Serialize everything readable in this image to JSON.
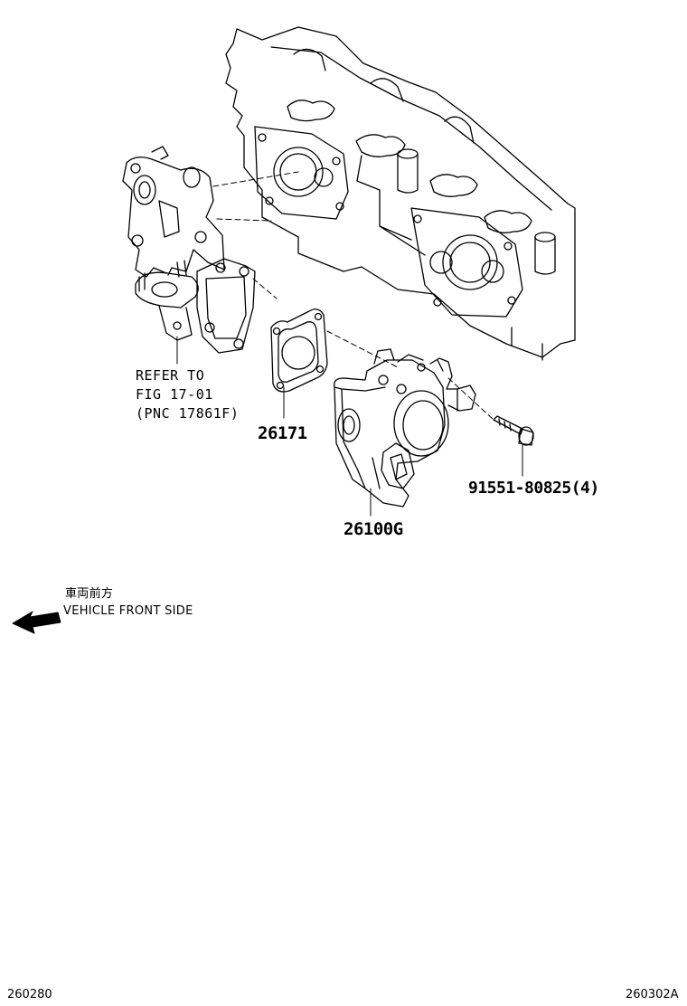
{
  "labels": {
    "refer_line1": "REFER TO",
    "refer_line2": "FIG 17-01",
    "refer_line3": "(PNC 17861F)",
    "gasket_part": "26171",
    "throttle_body_part": "26100G",
    "bolt_part": "91551-80825(4)",
    "direction_jp": "車両前方",
    "direction_en": "VEHICLE FRONT SIDE",
    "code_left": "260280",
    "code_right": "260302A"
  },
  "icons": {
    "direction": "arrow-left-icon"
  }
}
